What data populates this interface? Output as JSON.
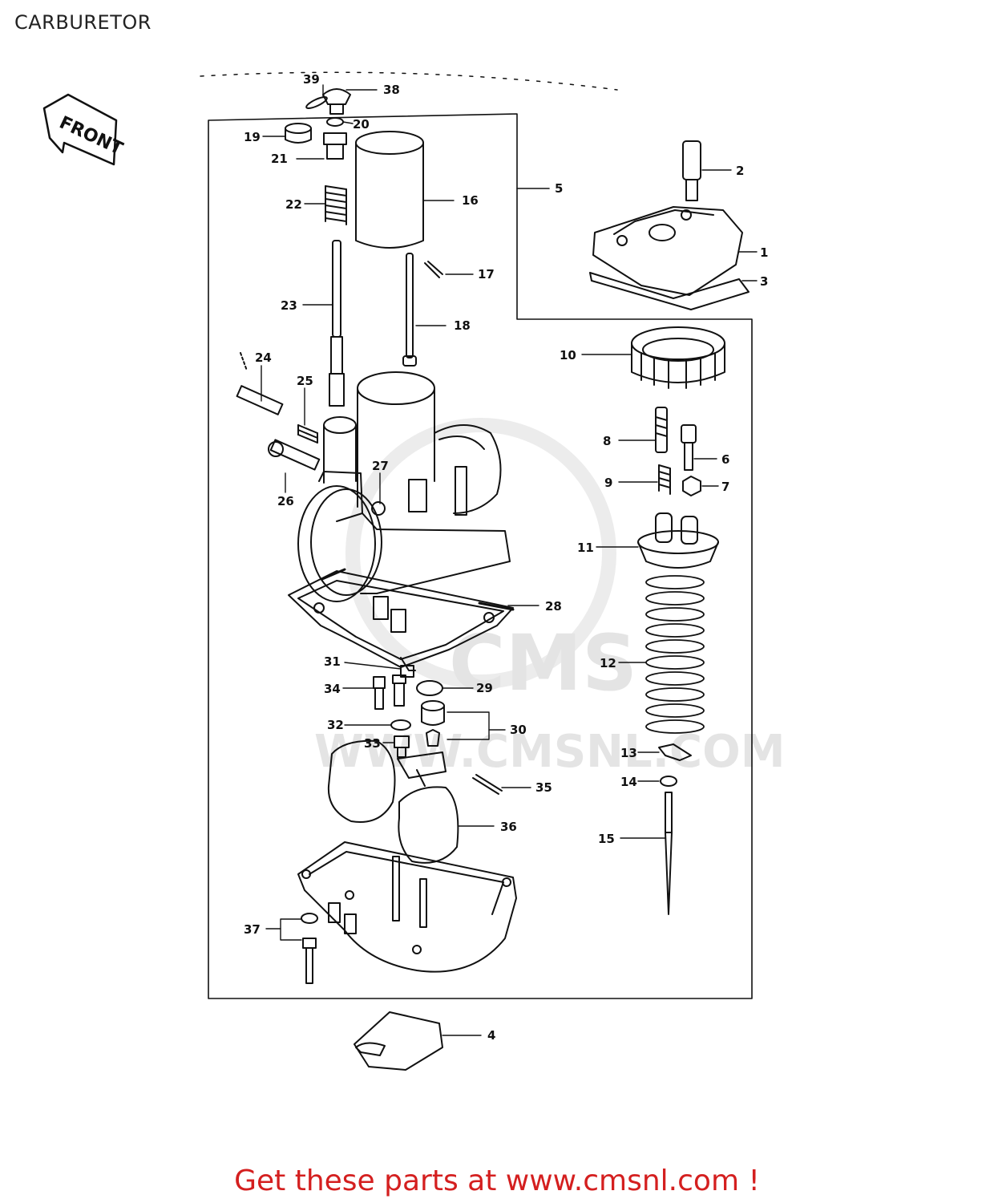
{
  "title": "CARBURETOR",
  "front_label": "FRONT",
  "watermark": {
    "logo": "CMS",
    "url": "WWW.CMSNL.COM"
  },
  "callouts": [
    "1",
    "2",
    "3",
    "4",
    "5",
    "6",
    "7",
    "8",
    "9",
    "10",
    "11",
    "12",
    "13",
    "14",
    "15",
    "16",
    "17",
    "18",
    "19",
    "20",
    "21",
    "22",
    "23",
    "24",
    "25",
    "26",
    "27",
    "28",
    "29",
    "30",
    "31",
    "32",
    "33",
    "34",
    "35",
    "36",
    "37",
    "38",
    "39"
  ],
  "footer": "Get these parts at www.cmsnl.com !",
  "colors": {
    "footer": "#d41f1f",
    "line": "#111111",
    "watermark": "#e4e4e4"
  }
}
